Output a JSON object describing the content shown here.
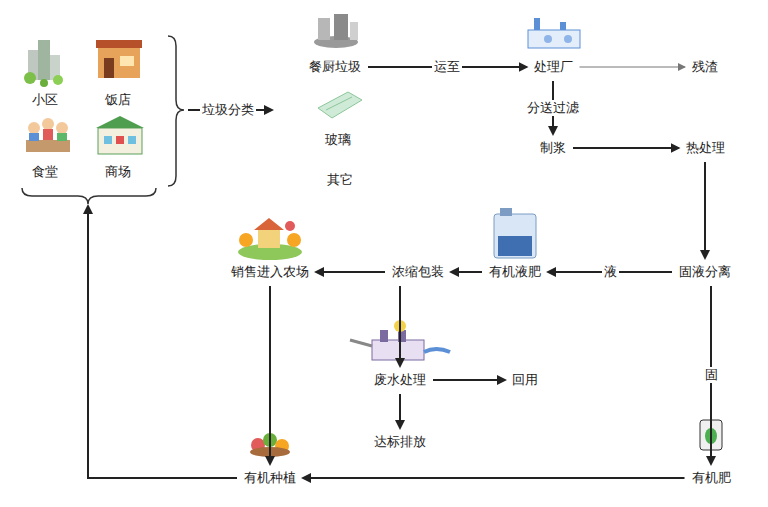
{
  "diagram": {
    "nodes": [
      {
        "text": [
          "小区"
        ]
      },
      {
        "text": [
          "饭店"
        ]
      },
      {
        "text": [
          "食堂"
        ]
      },
      {
        "text": [
          "商场"
        ]
      },
      {
        "text": [
          "餐厨垃圾"
        ]
      },
      {
        "text": [
          "玻璃"
        ]
      },
      {
        "text": [
          "其它"
        ]
      },
      {
        "text": [
          "处理厂"
        ]
      },
      {
        "text": [
          "残渣"
        ]
      },
      {
        "text": [
          "制浆"
        ]
      },
      {
        "text": [
          "热处理"
        ]
      },
      {
        "text": [
          "固液分离"
        ]
      },
      {
        "text": [
          "有机液肥"
        ]
      },
      {
        "text": [
          "浓缩包装"
        ]
      },
      {
        "text": [
          "销售进入农场"
        ]
      },
      {
        "text": [
          "废水处理"
        ]
      },
      {
        "text": [
          "回用"
        ]
      },
      {
        "text": [
          "达标排放"
        ]
      },
      {
        "text": [
          "有机肥"
        ]
      },
      {
        "text": [
          "有机种植"
        ]
      }
    ],
    "edges": [
      {
        "from": 4,
        "to": 7,
        "label": "运至",
        "arrow": "to"
      },
      {
        "from": 7,
        "to": 8,
        "arrow": "to"
      },
      {
        "from": 7,
        "to": 9,
        "label": "分送过滤",
        "arrow": "to"
      },
      {
        "from": 9,
        "to": 10,
        "arrow": "to"
      },
      {
        "from": 10,
        "to": 11,
        "arrow": "to"
      },
      {
        "from": 11,
        "to": 12,
        "label": "液",
        "arrow": "to"
      },
      {
        "from": 12,
        "to": 13,
        "arrow": "to"
      },
      {
        "from": 13,
        "to": 14,
        "arrow": "to"
      },
      {
        "from": 13,
        "to": 15,
        "arrow": "to"
      },
      {
        "from": 15,
        "to": 16,
        "arrow": "to"
      },
      {
        "from": 15,
        "to": 17,
        "arrow": "to"
      },
      {
        "from": 14,
        "to": 19,
        "arrow": "to"
      },
      {
        "from": 11,
        "to": 18,
        "label": "固",
        "arrow": "to"
      },
      {
        "from": 18,
        "to": 19,
        "arrow": "to"
      },
      {
        "from": 19,
        "to": 2,
        "arrow": "to"
      }
    ],
    "labels": [
      "垃圾分类"
    ]
  }
}
